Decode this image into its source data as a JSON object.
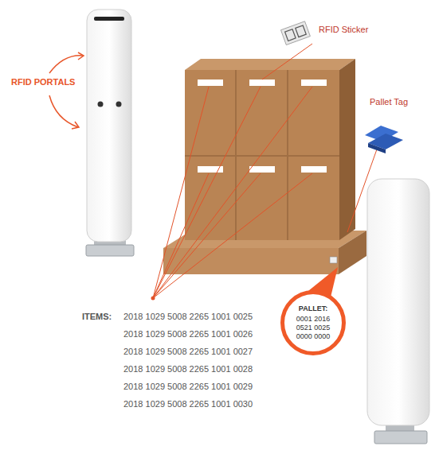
{
  "diagram": {
    "nodes": [
      {
        "text": [
          "PALLET:",
          "0001 2016",
          "0521 0025",
          "0000 0000"
        ]
      }
    ],
    "labels": [
      "RFID PORTALS",
      "RFID Sticker",
      "Pallet Tag",
      "ITEMS:",
      "2018 1029 5008 2265 1001 0025",
      "2018 1029 5008 2265 1001 0026",
      "2018 1029 5008 2265 1001 0027",
      "2018 1029 5008 2265 1001 0028",
      "2018 1029 5008 2265 1001 0029",
      "2018 1029 5008 2265 1001 0030"
    ]
  }
}
